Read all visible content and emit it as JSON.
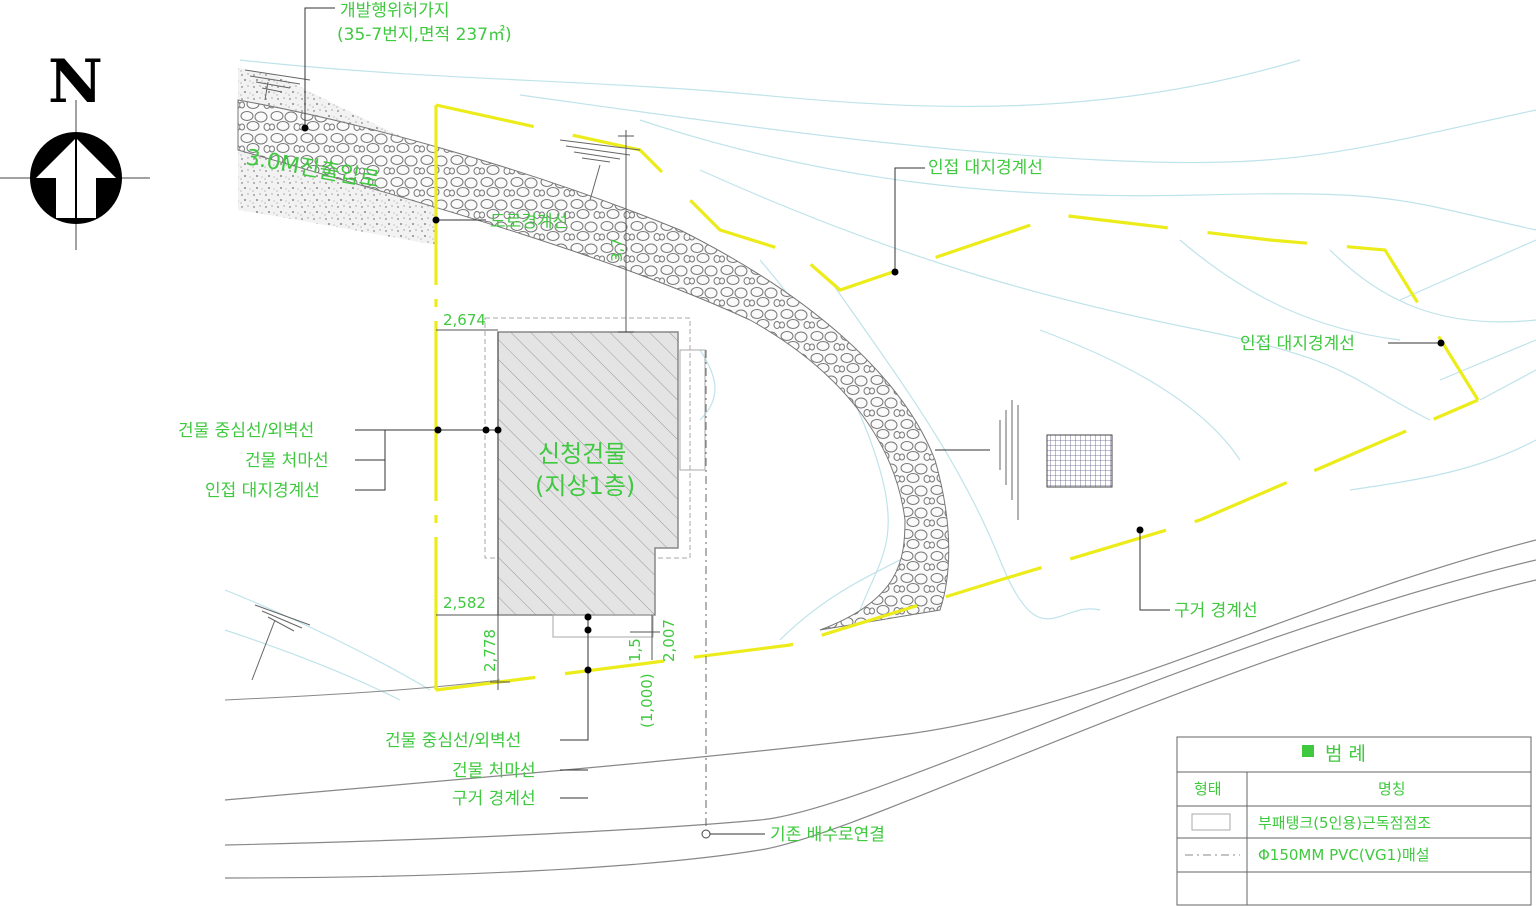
{
  "north_arrow": {
    "letter": "N"
  },
  "labels": {
    "dev_permit_line1": "개발행위허가지",
    "dev_permit_line2": "(35-7번지,면적 237㎡)",
    "access_road": "3.0M진출입로",
    "road_boundary": "도로경계선",
    "adjacent_boundary_top": "인접 대지경계선",
    "adjacent_boundary_right": "인접 대지경계선",
    "ditch_boundary_right": "구거 경계선",
    "building_name_line1": "신청건물",
    "building_name_line2": "(지상1층)",
    "left_center_wall": "건물 중심선/외벽선",
    "left_eave": "건물 처마선",
    "left_adjacent": "인접 대지경계선",
    "bottom_center_wall": "건물 중심선/외벽선",
    "bottom_eave": "건물 처마선",
    "bottom_ditch": "구거 경계선",
    "drain_connection": "기존 배수로연결"
  },
  "dimensions": {
    "top_offset": "2,674",
    "bottom_offset": "2,582",
    "left_vertical": "2,778",
    "right_vertical": "2,007",
    "small_vertical": "1,5",
    "bracket_value": "(1,000)",
    "road_offset": "3,7"
  },
  "legend": {
    "title": "범  례",
    "col_symbol": "형태",
    "col_name": "명칭",
    "rows": [
      {
        "name": "부패탱크(5인용)근독점점조"
      },
      {
        "name": "Φ150MM PVC(VG1)매설"
      },
      {
        "name": ""
      }
    ]
  },
  "colors": {
    "label_green": "#3fc93f",
    "boundary_yellow": "#ecec1a",
    "terrain_cyan": "#bfe3ea",
    "building_fill": "#e4e4e4"
  }
}
